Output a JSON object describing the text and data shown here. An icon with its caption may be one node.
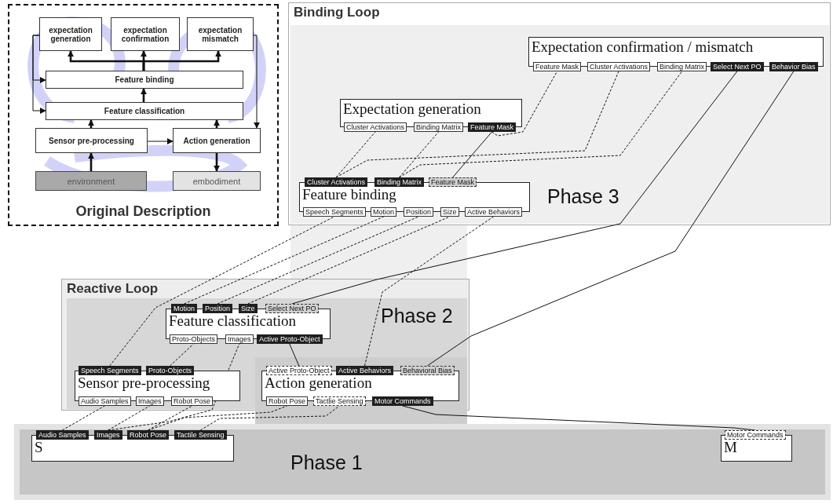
{
  "diagram": {
    "caption": "Original Description",
    "nodes": [
      {
        "text": [],
        "shape": "box"
      },
      {
        "text": [
          "expectation generation"
        ],
        "in": 0
      },
      {
        "text": [
          "expectation confirmation"
        ],
        "in": 0
      },
      {
        "text": [
          "expectation mismatch"
        ],
        "in": 0
      },
      {
        "text": [
          "Feature binding"
        ],
        "in": 0
      },
      {
        "text": [
          "Feature classification"
        ],
        "in": 0
      },
      {
        "text": [
          "Sensor pre-processing"
        ],
        "in": 0
      },
      {
        "text": [
          "Action generation"
        ],
        "in": 0
      },
      {
        "text": [
          "environment"
        ],
        "in": 0
      },
      {
        "text": [
          "embodiment"
        ],
        "in": 0
      },
      {
        "text": [
          "Binding Loop"
        ]
      },
      {
        "text": [
          "Phase 3"
        ],
        "in": 10
      },
      {
        "text": [
          "Expectation confirmation / mismatch"
        ],
        "in": 11
      },
      {
        "text": [
          "Feature Mask"
        ],
        "in": 12
      },
      {
        "text": [
          "Cluster Activations"
        ],
        "in": 12
      },
      {
        "text": [
          "Binding Matrix"
        ],
        "in": 12
      },
      {
        "text": [
          "Select Next PO"
        ],
        "in": 12
      },
      {
        "text": [
          "Behavior Bias"
        ],
        "in": 12
      },
      {
        "text": [
          "Expectation generation"
        ],
        "in": 11
      },
      {
        "text": [
          "Cluster Activations"
        ],
        "in": 18
      },
      {
        "text": [
          "Binding Matrix"
        ],
        "in": 18
      },
      {
        "text": [
          "Feature Mask"
        ],
        "in": 18
      },
      {
        "text": [
          "Feature binding"
        ],
        "in": 11
      },
      {
        "text": [
          "Cluster Activations"
        ],
        "in": 22
      },
      {
        "text": [
          "Binding Matrix"
        ],
        "in": 22
      },
      {
        "text": [
          "Feature Mask"
        ],
        "in": 22
      },
      {
        "text": [
          "Speech Segments"
        ],
        "in": 22
      },
      {
        "text": [
          "Motion"
        ],
        "in": 22
      },
      {
        "text": [
          "Position"
        ],
        "in": 22
      },
      {
        "text": [
          "Size"
        ],
        "in": 22
      },
      {
        "text": [
          "Active Behaviors"
        ],
        "in": 22
      },
      {
        "text": [
          "Reactive Loop"
        ]
      },
      {
        "text": [
          "Phase 2"
        ],
        "in": 31
      },
      {
        "text": [
          "Feature classification"
        ],
        "in": 32
      },
      {
        "text": [
          "Motion"
        ],
        "in": 33
      },
      {
        "text": [
          "Position"
        ],
        "in": 33
      },
      {
        "text": [
          "Size"
        ],
        "in": 33
      },
      {
        "text": [
          "Select Next PO"
        ],
        "in": 33
      },
      {
        "text": [
          "Proto-Objects"
        ],
        "in": 33
      },
      {
        "text": [
          "Images"
        ],
        "in": 33
      },
      {
        "text": [
          "Active Proto-Object"
        ],
        "in": 33
      },
      {
        "text": [
          "Sensor pre-processing"
        ],
        "in": 32
      },
      {
        "text": [
          "Speech Segments"
        ],
        "in": 41
      },
      {
        "text": [
          "Proto-Objects"
        ],
        "in": 41
      },
      {
        "text": [
          "Audio Samples"
        ],
        "in": 41
      },
      {
        "text": [
          "Images"
        ],
        "in": 41
      },
      {
        "text": [
          "Robot Pose"
        ],
        "in": 41
      },
      {
        "text": [
          "Action generation"
        ],
        "in": 32
      },
      {
        "text": [
          "Active Proto-Object"
        ],
        "in": 47
      },
      {
        "text": [
          "Active Behaviors"
        ],
        "in": 47
      },
      {
        "text": [
          "Behavioral Bias"
        ],
        "in": 47
      },
      {
        "text": [
          "Robot Pose"
        ],
        "in": 47
      },
      {
        "text": [
          "Tactlie Sensing"
        ],
        "in": 47
      },
      {
        "text": [
          "Motor Commands"
        ],
        "in": 47
      },
      {
        "text": [
          "Phase 1"
        ]
      },
      {
        "text": [
          "S"
        ],
        "in": 54
      },
      {
        "text": [
          "Audio Samples"
        ],
        "in": 55
      },
      {
        "text": [
          "Images"
        ],
        "in": 55
      },
      {
        "text": [
          "Robot Pose"
        ],
        "in": 55
      },
      {
        "text": [
          "Tactile Sensing"
        ],
        "in": 55
      },
      {
        "text": [
          "M"
        ],
        "in": 54
      },
      {
        "text": [
          "Motor Commands"
        ],
        "in": 60
      }
    ],
    "edges": [
      {
        "from": 4,
        "to": 1,
        "arrow": "to",
        "style": "thick"
      },
      {
        "from": 4,
        "to": 2,
        "arrow": "to",
        "style": "thick"
      },
      {
        "from": 4,
        "to": 3,
        "arrow": "to",
        "style": "thick"
      },
      {
        "from": 5,
        "to": 4,
        "arrow": "to",
        "style": "thick"
      },
      {
        "from": 6,
        "to": 5,
        "arrow": "to",
        "style": "thick"
      },
      {
        "from": 7,
        "to": 5,
        "arrow": "to",
        "style": "thick"
      },
      {
        "from": 8,
        "to": 6,
        "arrow": "to",
        "style": "thick"
      },
      {
        "from": 7,
        "to": 9,
        "arrow": "to",
        "style": "thick"
      },
      {
        "from": 6,
        "to": 7,
        "arrow": "to"
      },
      {
        "from": 1,
        "to": 4,
        "arrow": "to"
      },
      {
        "from": 1,
        "to": 5,
        "arrow": "to"
      },
      {
        "from": 3,
        "to": 7,
        "arrow": "to"
      },
      {
        "from": 23,
        "to": 19,
        "arrow": "none",
        "style": "dashed"
      },
      {
        "from": 24,
        "to": 20,
        "arrow": "none",
        "style": "dashed"
      },
      {
        "from": 21,
        "to": 25,
        "arrow": "none"
      },
      {
        "from": 21,
        "to": 13,
        "arrow": "none",
        "style": "dashed"
      },
      {
        "from": 23,
        "to": 14,
        "arrow": "none",
        "style": "dashed"
      },
      {
        "from": 24,
        "to": 15,
        "arrow": "none",
        "style": "dashed"
      },
      {
        "from": 16,
        "to": 37,
        "arrow": "none"
      },
      {
        "from": 17,
        "to": 50,
        "arrow": "none"
      },
      {
        "from": 42,
        "to": 26,
        "arrow": "none",
        "style": "dashed"
      },
      {
        "from": 34,
        "to": 27,
        "arrow": "none",
        "style": "dashed"
      },
      {
        "from": 35,
        "to": 28,
        "arrow": "none",
        "style": "dashed"
      },
      {
        "from": 36,
        "to": 29,
        "arrow": "none",
        "style": "dashed"
      },
      {
        "from": 49,
        "to": 30,
        "arrow": "none",
        "style": "dashed"
      },
      {
        "from": 43,
        "to": 38,
        "arrow": "none",
        "style": "dashed"
      },
      {
        "from": 57,
        "to": 39,
        "arrow": "none",
        "style": "dashed"
      },
      {
        "from": 40,
        "to": 48,
        "arrow": "none"
      },
      {
        "from": 56,
        "to": 44,
        "arrow": "none",
        "style": "dashed"
      },
      {
        "from": 57,
        "to": 45,
        "arrow": "none",
        "style": "dashed"
      },
      {
        "from": 58,
        "to": 46,
        "arrow": "none",
        "style": "dashed"
      },
      {
        "from": 58,
        "to": 51,
        "arrow": "none",
        "style": "dashed"
      },
      {
        "from": 59,
        "to": 52,
        "arrow": "none",
        "style": "dashed"
      },
      {
        "from": 53,
        "to": 61,
        "arrow": "none"
      }
    ]
  }
}
